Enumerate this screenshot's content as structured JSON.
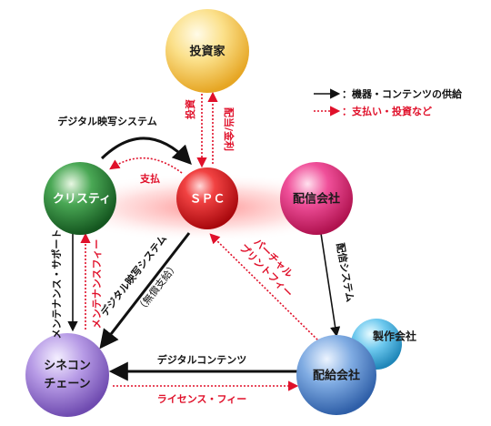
{
  "nodes": {
    "investor": "投資家",
    "spc": "ＳＰＣ",
    "christie": "クリスティ",
    "distribution_company": "配信会社",
    "cinema_chain_line1": "シネコン",
    "cinema_chain_line2": "チェーン",
    "distributor": "配給会社",
    "production_company": "製作会社"
  },
  "legend": {
    "black": "：機器・コンテンツの供給",
    "red": "：支払い・投資など"
  },
  "edges": {
    "digital_projection_top": "デジタル映写システム",
    "payment": "支払",
    "investment": "投資",
    "dividend": "配当/金利",
    "digital_projection_diag": "デジタル映写システム",
    "free_supply": "（無償支給）",
    "virtual_print_fee_line1": "バーチャル",
    "virtual_print_fee_line2": "プリントフィー",
    "delivery_system": "配信システム",
    "maintenance_support": "メンテナンス・サポート",
    "maintenance_fee": "メンテナンスフィー",
    "digital_content": "デジタルコンテンツ",
    "license_fee": "ライセンス・フィー"
  },
  "colors": {
    "black_arrow": "#111111",
    "red_arrow": "#e0102a",
    "investor_sphere": "#f7cc55",
    "spc_sphere": "#e3141b",
    "christie_sphere": "#2f8a3b",
    "distribution_company_sphere": "#e8237c",
    "cinema_chain_sphere": "#9a7bd2",
    "distributor_sphere": "#4f88d0",
    "production_company_sphere": "#4fb5e3"
  }
}
